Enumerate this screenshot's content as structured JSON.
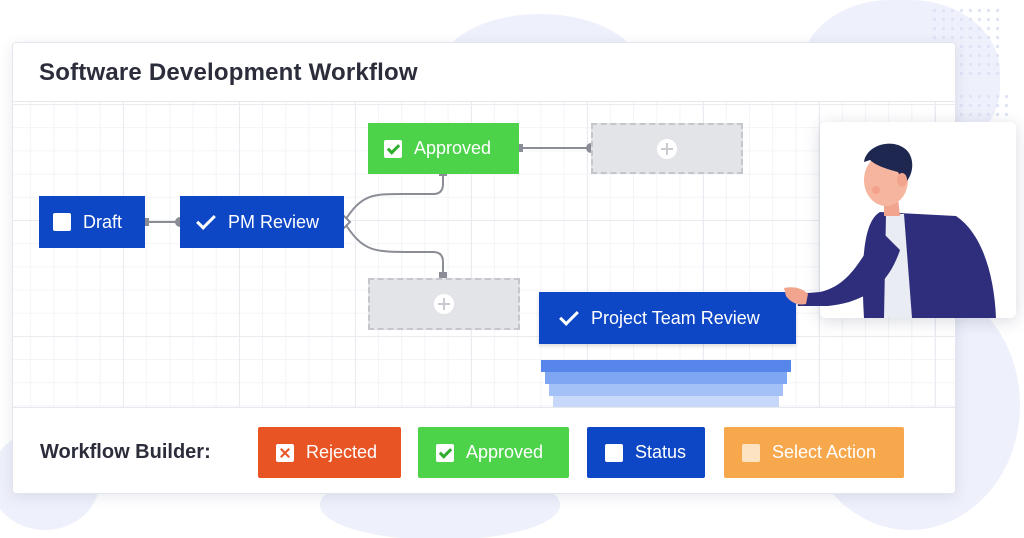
{
  "theme": {
    "blue": "#0d47c6",
    "green": "#4dd34a",
    "red": "#e85423",
    "orange": "#f8a84c",
    "placeholder": "#e3e4e7"
  },
  "workflow": {
    "title": "Software Development Workflow",
    "nodes": {
      "draft": {
        "label": "Draft",
        "icon": "checkbox-empty-icon"
      },
      "pm_review": {
        "label": "PM Review",
        "icon": "checkmark-icon"
      },
      "approved": {
        "label": "Approved",
        "icon": "checkbox-checked-icon"
      },
      "project_team_review": {
        "label": "Project Team Review",
        "icon": "checkmark-icon"
      }
    },
    "placeholders": [
      {
        "icon": "plus-icon"
      },
      {
        "icon": "plus-icon"
      }
    ]
  },
  "builder": {
    "label": "Workflow Builder:",
    "buttons": [
      {
        "label": "Rejected",
        "icon": "x-box-icon",
        "color": "#e85423"
      },
      {
        "label": "Approved",
        "icon": "checkbox-checked-icon",
        "color": "#4dd34a"
      },
      {
        "label": "Status",
        "icon": "checkbox-empty-icon",
        "color": "#0d47c6"
      },
      {
        "label": "Select Action",
        "icon": "checkbox-empty-icon",
        "color": "#f8a84c"
      }
    ]
  },
  "illustration": {
    "icon": "presenter-person-illustration"
  }
}
